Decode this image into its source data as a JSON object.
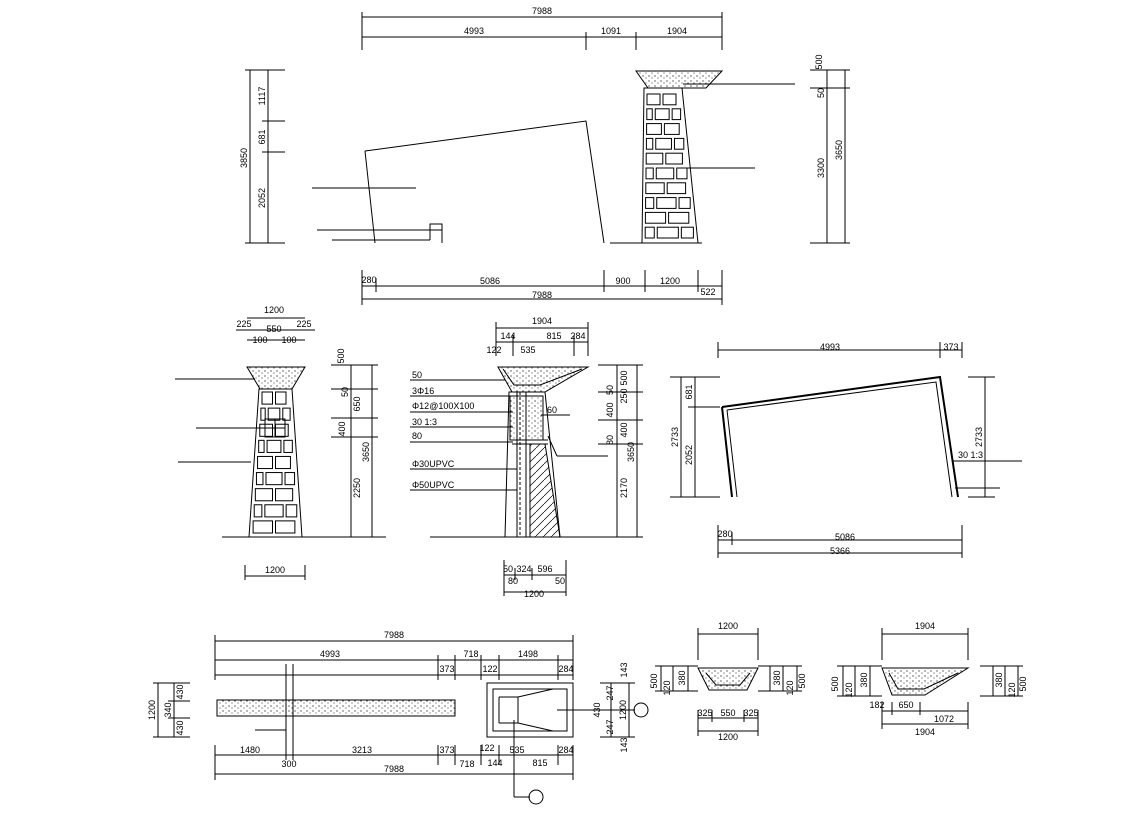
{
  "elevation": {
    "top_dims": [
      "7988",
      "4993",
      "1091",
      "1904"
    ],
    "bottom_dims": [
      "280",
      "5086",
      "900",
      "1200",
      "522",
      "7988"
    ],
    "left_dims": [
      "3850",
      "1117",
      "681",
      "2052"
    ],
    "right_dims": [
      "500",
      "50",
      "3300",
      "3650"
    ]
  },
  "pillar_front": {
    "top_dims": [
      "1200",
      "225",
      "550",
      "225",
      "100",
      "100"
    ],
    "right_dims": [
      "500",
      "50",
      "650",
      "400",
      "3650",
      "2250"
    ],
    "bottom_dims": [
      "1200"
    ]
  },
  "pillar_section": {
    "top_dims": [
      "1904",
      "144",
      "284",
      "122",
      "535",
      "815"
    ],
    "notes": [
      "50",
      "3Φ16",
      "Φ12@100X100",
      "30  1:3",
      "80",
      "Φ30UPVC",
      "Φ50UPVC",
      "60"
    ],
    "right_dims": [
      "500",
      "50",
      "250",
      "400",
      "400",
      "80",
      "3650",
      "2170"
    ],
    "bottom_dims": [
      "50",
      "324",
      "596",
      "80",
      "50",
      "1200"
    ]
  },
  "side_frame": {
    "top_dims": [
      "4993",
      "373"
    ],
    "left_dims": [
      "681",
      "2733",
      "2052"
    ],
    "right_dims": [
      "2733"
    ],
    "note": "30  1:3",
    "bottom_dims": [
      "280",
      "5086",
      "5366"
    ]
  },
  "plan": {
    "top_dims": [
      "7988",
      "4993",
      "718",
      "1498",
      "373",
      "122",
      "284"
    ],
    "left_dims": [
      "1200",
      "430",
      "340",
      "430"
    ],
    "right_dims": [
      "143",
      "247",
      "430",
      "247",
      "143",
      "1200"
    ],
    "bottom_dims": [
      "1480",
      "3213",
      "373",
      "300",
      "718",
      "122",
      "535",
      "144",
      "815",
      "284",
      "7988"
    ]
  },
  "cap_section_a": {
    "top": "1200",
    "left": [
      "500",
      "120",
      "380"
    ],
    "right": [
      "380",
      "120",
      "500"
    ],
    "bottom": [
      "325",
      "550",
      "325",
      "1200"
    ]
  },
  "cap_section_b": {
    "top": "1904",
    "left": [
      "500",
      "120",
      "380"
    ],
    "right": [
      "380",
      "120",
      "500"
    ],
    "bottom": [
      "182",
      "650",
      "1072",
      "1904"
    ]
  }
}
